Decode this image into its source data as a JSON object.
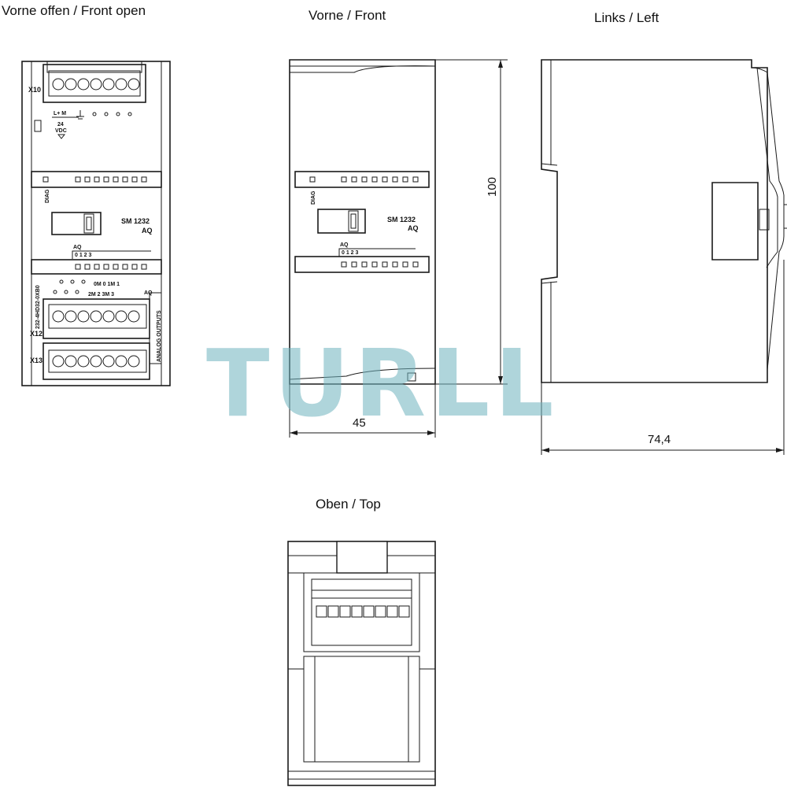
{
  "views": {
    "front_open": {
      "title": "Vorne offen / Front open",
      "label_x10": "X10",
      "label_x12": "X12",
      "label_x13": "X13",
      "power_l_m": "L+ M",
      "power_24": "24",
      "power_vdc": "VDC",
      "label_diag": "DIAG",
      "model_name": "SM 1232",
      "model_type": "AQ",
      "aq_label": "AQ",
      "aq_channels": "0 1 2 3",
      "term_top_a": "0M 0 1M 1",
      "term_top_b": "2M 2 3M 3",
      "term_aq": "AQ",
      "part_number": "232-4HD32-0XB0",
      "analog_outputs": "ANALOG OUTPUTS"
    },
    "front": {
      "title": "Vorne / Front",
      "label_diag": "DIAG",
      "model_name": "SM 1232",
      "model_type": "AQ",
      "aq_label": "AQ",
      "aq_channels": "0 1 2 3",
      "height_dim": "100",
      "width_dim": "45"
    },
    "left": {
      "title": "Links / Left",
      "depth_dim": "74,4"
    },
    "top": {
      "title": "Oben / Top"
    }
  },
  "watermark": {
    "text": "TURLL",
    "color": "#6fb3bf"
  }
}
